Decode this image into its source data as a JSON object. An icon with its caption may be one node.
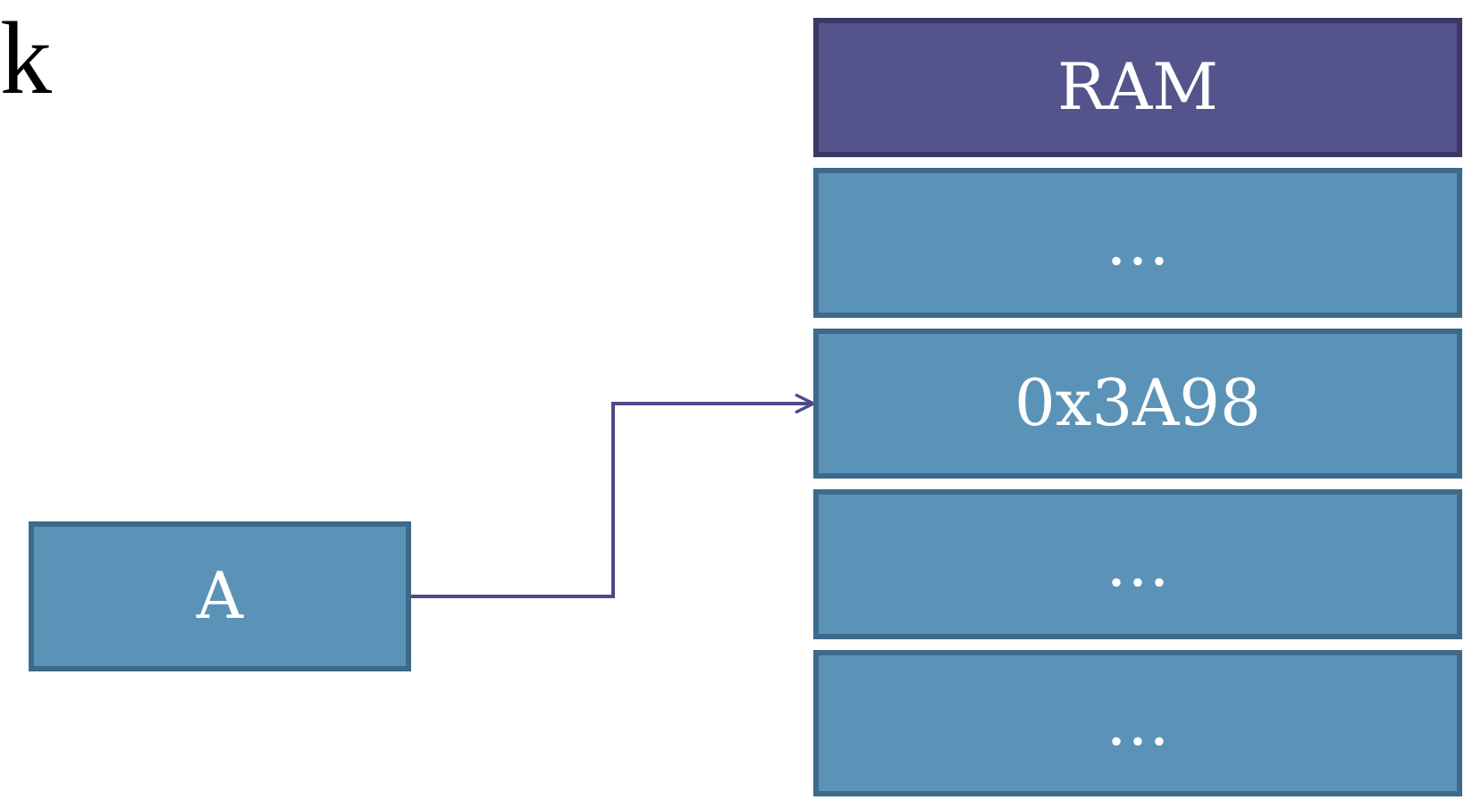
{
  "diagram": {
    "nodes": [
      {
        "text": [
          "RAM"
        ]
      },
      {
        "text": [
          "…"
        ]
      },
      {
        "text": [
          "0x3A98"
        ]
      },
      {
        "text": [
          "…"
        ]
      },
      {
        "text": [
          "…"
        ]
      },
      {
        "text": [
          "A"
        ]
      }
    ],
    "edges": [
      {
        "from": 5,
        "to": 2,
        "arrow": "to"
      }
    ],
    "labels": [
      "k"
    ]
  }
}
